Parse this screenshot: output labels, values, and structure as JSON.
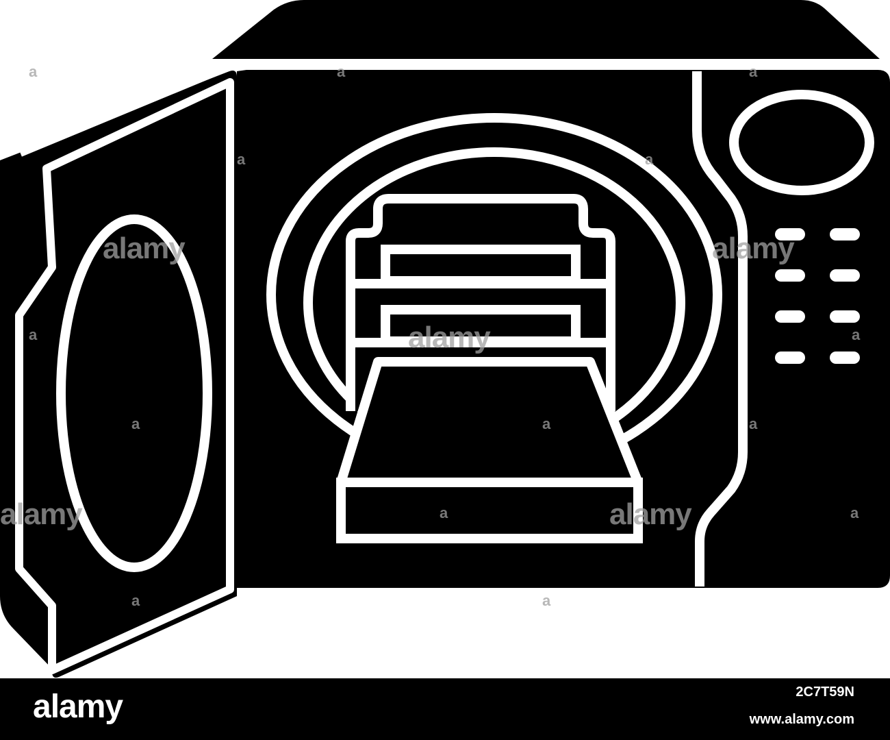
{
  "watermark": {
    "word": "alamy",
    "mark": "a"
  },
  "footer": {
    "brand": "alamy",
    "image_id": "2C7T59N",
    "site": "www.alamy.com"
  },
  "colors": {
    "ink": "#000000",
    "paper": "#ffffff",
    "watermark": "#a0a0a0"
  },
  "icon": {
    "name": "autoclave-sterilizer-icon"
  }
}
